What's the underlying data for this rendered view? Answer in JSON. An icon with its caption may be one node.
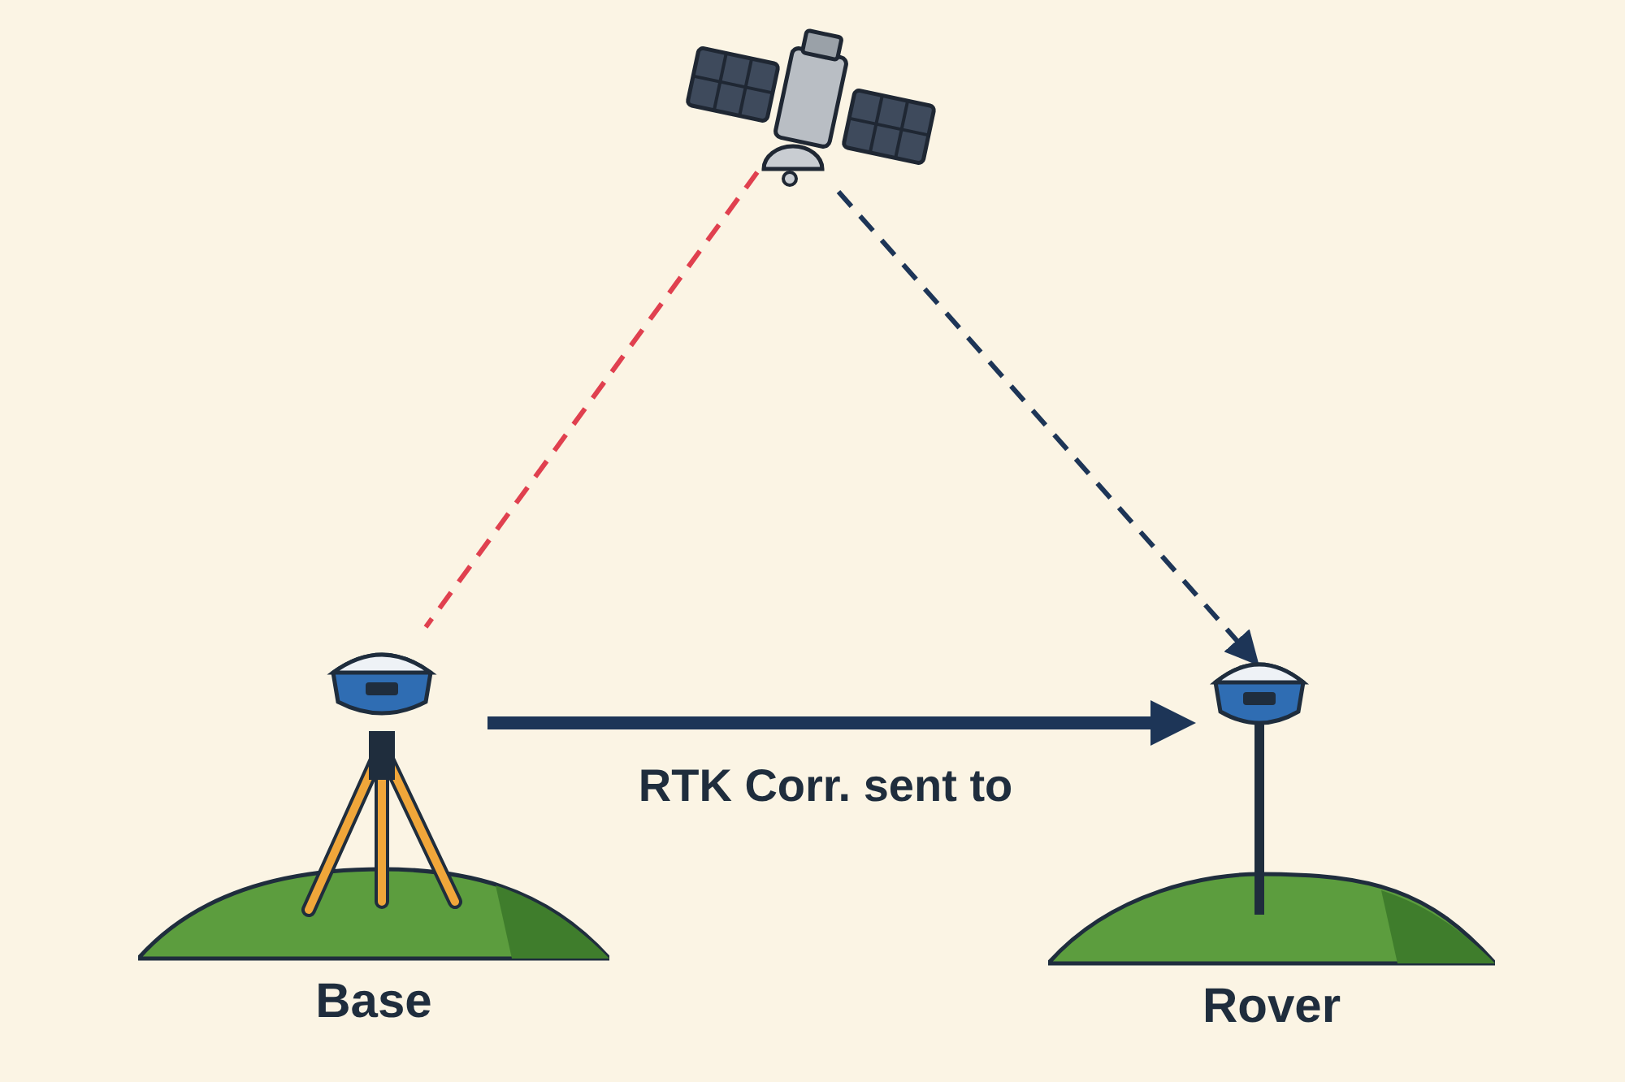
{
  "diagram": {
    "nodes": [
      {
        "text": [],
        "shape": "picture"
      },
      {
        "text": [
          "Base"
        ]
      },
      {
        "text": [
          "Rover"
        ]
      }
    ],
    "edges": [
      {
        "from": 0,
        "to": 1,
        "arrow": "none",
        "style": "dashed",
        "color": "#e0404f"
      },
      {
        "from": 0,
        "to": 2,
        "arrow": "to",
        "style": "dashed"
      },
      {
        "from": 1,
        "to": 2,
        "arrow": "to",
        "style": "thick",
        "label": "RTK Corr. sent to"
      }
    ]
  }
}
